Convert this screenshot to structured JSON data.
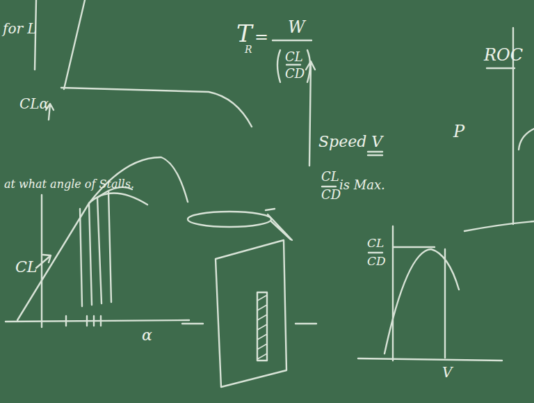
{
  "diagram": {
    "labels": [
      "for L",
      "CLα",
      "at what angle of Stalls.",
      "CL",
      "α",
      "T",
      "R",
      "=",
      "W",
      "CL",
      "CD",
      "Speed V",
      "CL",
      "CD",
      "is Max.",
      "CL",
      "CD",
      "V",
      "ROC",
      "P"
    ]
  }
}
